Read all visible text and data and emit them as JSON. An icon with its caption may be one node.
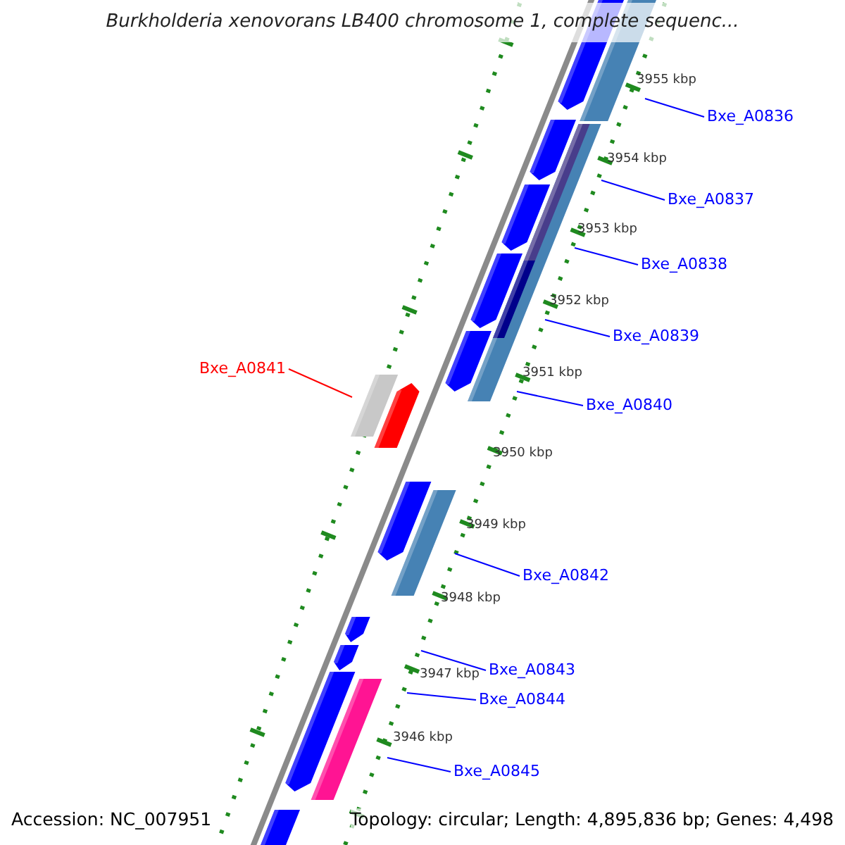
{
  "diagram": {
    "title": "Burkholderia xenovorans LB400 chromosome 1, complete sequenc...",
    "nodes": [
      {
        "text": [
          "Bxe_A0836"
        ]
      },
      {
        "text": [
          "Bxe_A0837"
        ]
      },
      {
        "text": [
          "Bxe_A0838"
        ]
      },
      {
        "text": [
          "Bxe_A0839"
        ]
      },
      {
        "text": [
          "Bxe_A0840"
        ]
      },
      {
        "text": [
          "Bxe_A0841"
        ]
      },
      {
        "text": [
          "Bxe_A0842"
        ]
      },
      {
        "text": [
          "Bxe_A0843"
        ]
      },
      {
        "text": [
          "Bxe_A0844"
        ]
      },
      {
        "text": [
          "Bxe_A0845"
        ]
      }
    ],
    "edges": [
      {
        "from": 0,
        "to": null,
        "arrow": "none"
      },
      {
        "from": 1,
        "to": null,
        "arrow": "none"
      },
      {
        "from": 2,
        "to": null,
        "arrow": "none"
      },
      {
        "from": 3,
        "to": null,
        "arrow": "none"
      },
      {
        "from": 4,
        "to": null,
        "arrow": "none"
      },
      {
        "from": 5,
        "to": null,
        "arrow": "none",
        "color": "#ff0000"
      },
      {
        "from": 6,
        "to": null,
        "arrow": "none"
      },
      {
        "from": 7,
        "to": null,
        "arrow": "none"
      },
      {
        "from": 8,
        "to": null,
        "arrow": "none"
      },
      {
        "from": 9,
        "to": null,
        "arrow": "none"
      }
    ],
    "labels": [
      "3955 kbp",
      "3954 kbp",
      "3953 kbp",
      "3952 kbp",
      "3951 kbp",
      "3950 kbp",
      "3949 kbp",
      "3948 kbp",
      "3947 kbp",
      "3946 kbp",
      "Accession: NC_007951",
      "Topology: circular; Length: 4,895,836 bp; Genes: 4,498"
    ]
  }
}
